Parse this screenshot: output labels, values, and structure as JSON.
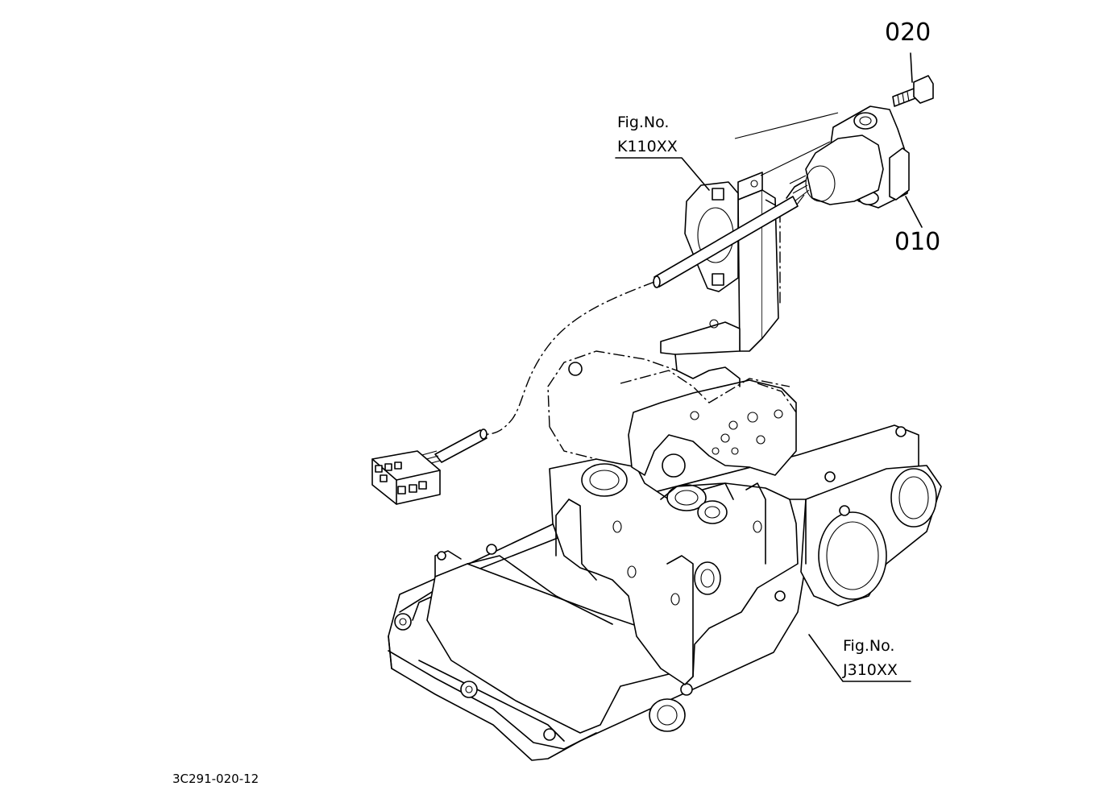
{
  "labels": {
    "part_020": "020",
    "part_010": "010",
    "fig_k_line1": "Fig.No.",
    "fig_k_line2": "K110XX",
    "fig_j_line1": "Fig.No.",
    "fig_j_line2": "J310XX",
    "drawing_code": "3C291-020-12"
  }
}
